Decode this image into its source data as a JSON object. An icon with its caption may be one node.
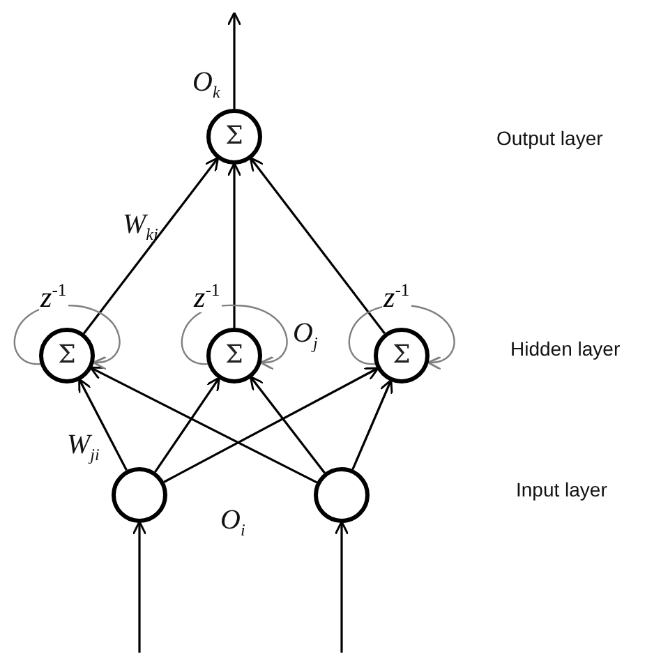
{
  "diagram": {
    "nodes": [
      {
        "text": [
          "Σ"
        ]
      },
      {
        "text": [
          "Σ"
        ]
      },
      {
        "text": [
          "Σ"
        ]
      },
      {
        "text": [
          "Σ"
        ]
      },
      {
        "text": [],
        "shape": "circle"
      },
      {
        "text": [],
        "shape": "circle"
      }
    ],
    "edges": [
      {
        "from": 4,
        "to": 1,
        "arrow": "to"
      },
      {
        "from": 4,
        "to": 2,
        "arrow": "to"
      },
      {
        "from": 4,
        "to": 3,
        "arrow": "to"
      },
      {
        "from": 5,
        "to": 1,
        "arrow": "to"
      },
      {
        "from": 5,
        "to": 2,
        "arrow": "to"
      },
      {
        "from": 5,
        "to": 3,
        "arrow": "to"
      },
      {
        "from": 1,
        "to": 0,
        "arrow": "to"
      },
      {
        "from": 2,
        "to": 0,
        "arrow": "to"
      },
      {
        "from": 3,
        "to": 0,
        "arrow": "to"
      },
      {
        "from": 1,
        "to": 1,
        "arrow": "to",
        "label": "z$^{-1}$",
        "color": "#808080"
      },
      {
        "from": 2,
        "to": 2,
        "arrow": "to",
        "label": "z$^{-1}$",
        "color": "#808080"
      },
      {
        "from": 3,
        "to": 3,
        "arrow": "to",
        "label": "z$^{-1}$",
        "color": "#808080"
      },
      {
        "from": 0,
        "to": null,
        "arrow": "to"
      },
      {
        "from": null,
        "to": 4,
        "arrow": "to"
      },
      {
        "from": null,
        "to": 5,
        "arrow": "to"
      }
    ],
    "labels": [
      "O$_{k}$",
      "Output layer",
      "W$_{kj}$",
      "O$_{j}$",
      "Hidden layer",
      "W$_{ji}$",
      "O$_{i}$",
      "Input layer"
    ]
  }
}
